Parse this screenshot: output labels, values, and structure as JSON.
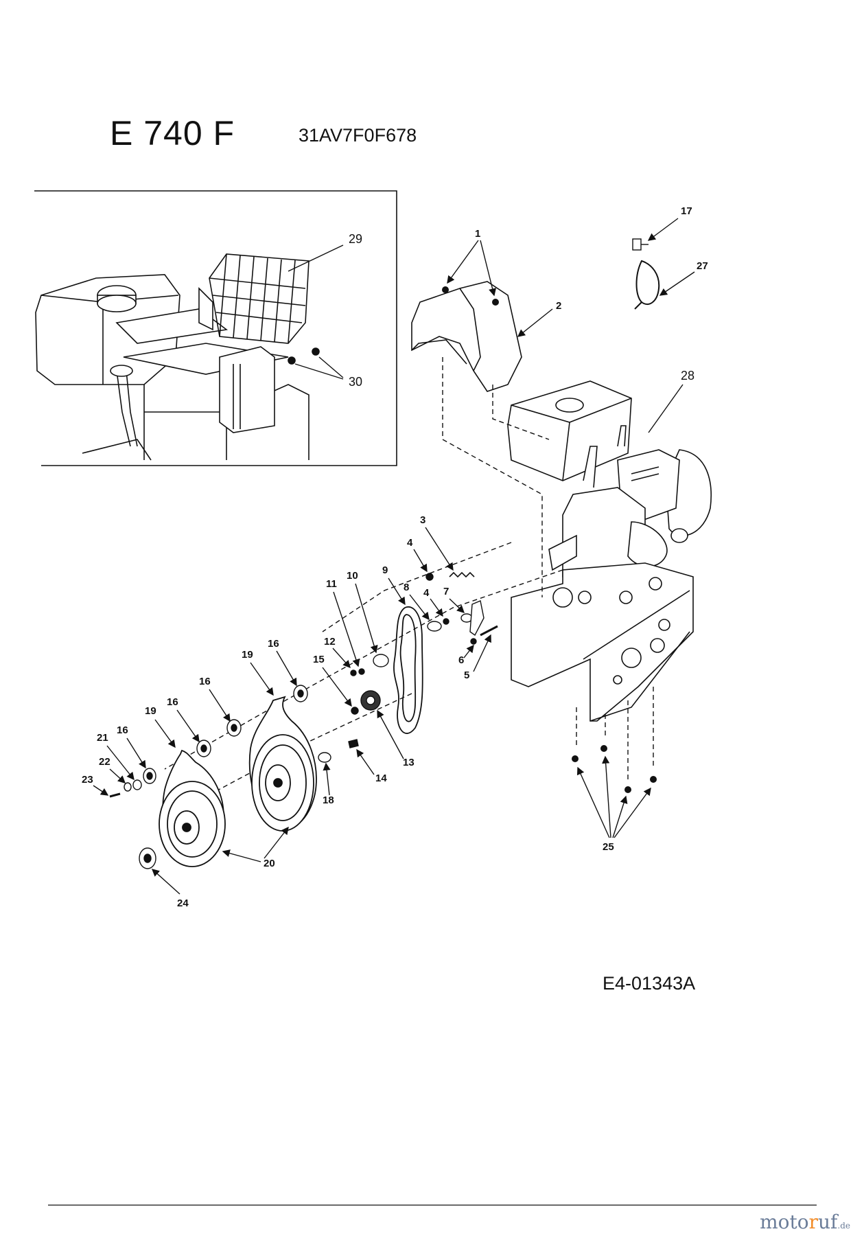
{
  "header": {
    "model": "E 740 F",
    "serial": "31AV7F0F678"
  },
  "footer": {
    "drawing_number": "E4-01343A"
  },
  "watermark": {
    "brand_prefix": "moto",
    "brand_accent": "r",
    "brand_suffix": "uf",
    "tld": ".de"
  },
  "callouts": {
    "c1": "1",
    "c2": "2",
    "c3": "3",
    "c4a": "4",
    "c4b": "4",
    "c5": "5",
    "c6": "6",
    "c7": "7",
    "c8": "8",
    "c9": "9",
    "c10": "10",
    "c11": "11",
    "c12": "12",
    "c13": "13",
    "c14": "14",
    "c15": "15",
    "c16a": "16",
    "c16b": "16",
    "c16c": "16",
    "c16d": "16",
    "c17": "17",
    "c18": "18",
    "c19a": "19",
    "c19b": "19",
    "c20": "20",
    "c21": "21",
    "c22": "22",
    "c23": "23",
    "c24": "24",
    "c25": "25",
    "c27": "27",
    "c28": "28",
    "c29": "29",
    "c30": "30"
  }
}
